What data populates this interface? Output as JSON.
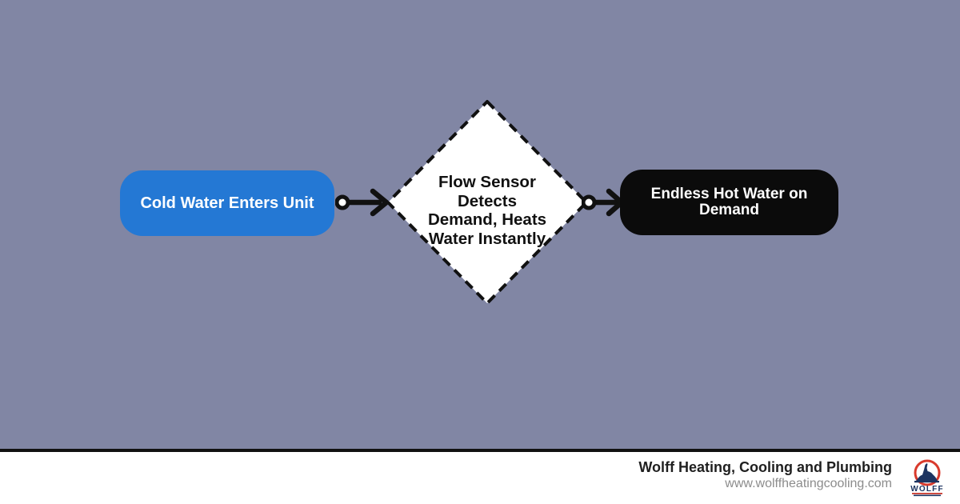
{
  "canvas": {
    "background": "#8186a4"
  },
  "flow": {
    "nodes": [
      {
        "id": "cold-water",
        "label": "Cold Water Enters Unit",
        "shape": "rounded-rect",
        "bg": "#2478d4",
        "text_color": "#ffffff"
      },
      {
        "id": "flow-sensor",
        "label": "Flow Sensor\nDetects\nDemand, Heats\nWater Instantly",
        "shape": "diamond-dashed",
        "bg": "#ffffff",
        "border_color": "#111111",
        "text_color": "#111111"
      },
      {
        "id": "hot-water",
        "label": "Endless Hot Water on\nDemand",
        "shape": "rounded-rect",
        "bg": "#0b0b0b",
        "text_color": "#ffffff"
      }
    ],
    "connectors": [
      {
        "from": "cold-water",
        "to": "flow-sensor",
        "style": "circle-start-arrow-end",
        "color": "#111111"
      },
      {
        "from": "flow-sensor",
        "to": "hot-water",
        "style": "circle-start-arrow-end",
        "color": "#111111"
      }
    ]
  },
  "footer": {
    "company": "Wolff Heating, Cooling and Plumbing",
    "website": "www.wolffheatingcooling.com",
    "divider_color": "#111111",
    "logo": {
      "wordmark": "WOLFF",
      "ring_color": "#d93a2c",
      "wolf_color": "#1d3461",
      "accent_red": "#c8392f",
      "accent_blue": "#1d3461"
    }
  }
}
